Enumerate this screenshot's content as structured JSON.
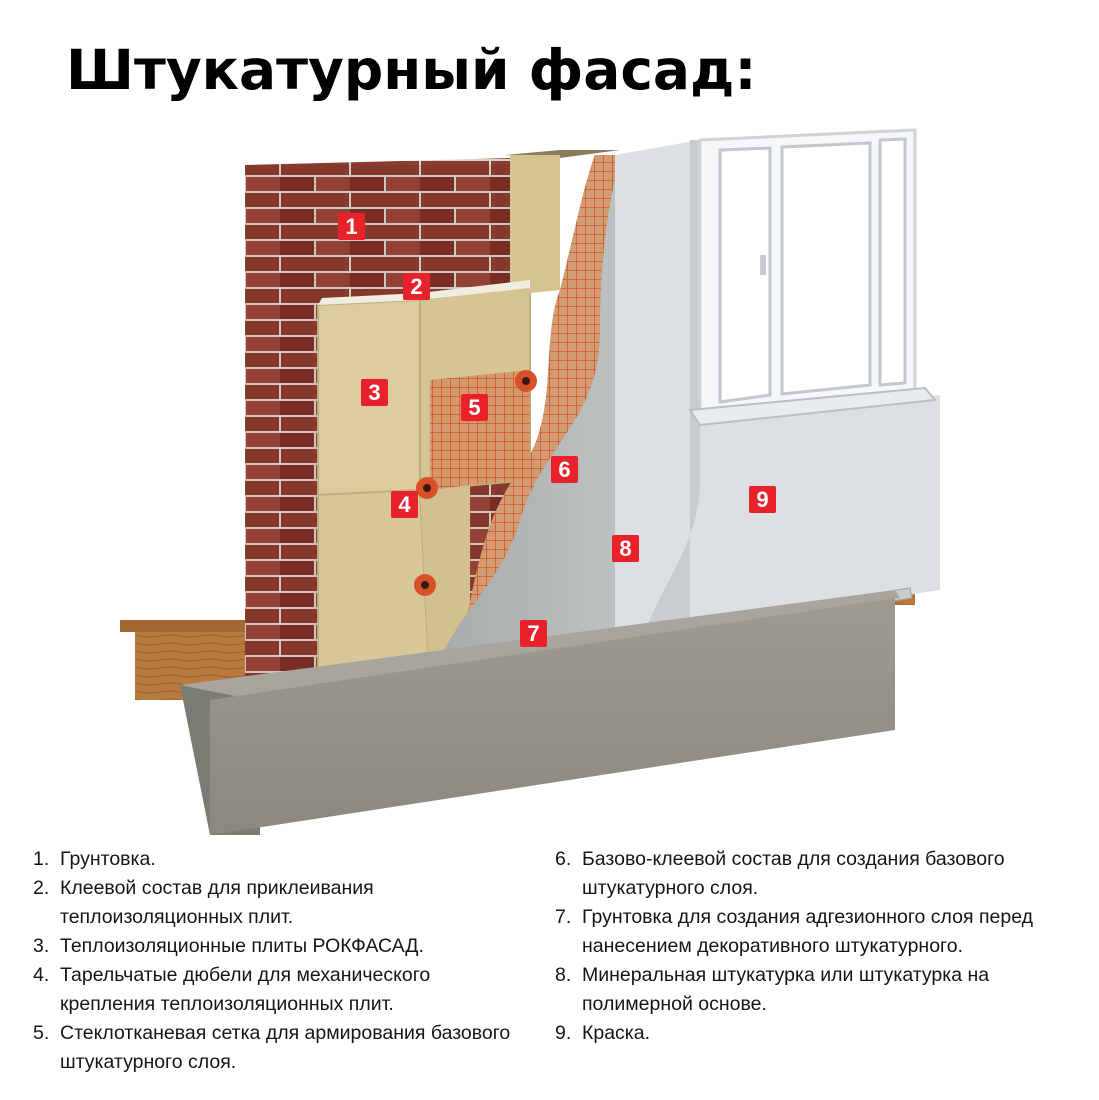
{
  "title": "Штукатурный фасад:",
  "markers": [
    "1",
    "2",
    "3",
    "4",
    "5",
    "6",
    "7",
    "8",
    "9"
  ],
  "legend": {
    "left": [
      {
        "num": "1.",
        "text": "Грунтовка."
      },
      {
        "num": "2.",
        "text": "Клеевой состав для приклеивания теплоизоляционных плит."
      },
      {
        "num": "3.",
        "text": "Теплоизоляционные плиты РОКФАСАД."
      },
      {
        "num": "4.",
        "text": "Тарельчатые дюбели для механического крепления теплоизоляционных плит."
      },
      {
        "num": "5.",
        "text": "Стеклотканевая сетка для армирования базового штукатурного слоя."
      }
    ],
    "right": [
      {
        "num": "6.",
        "text": "Базово-клеевой состав для создания базового штукатурного слоя."
      },
      {
        "num": "7.",
        "text": "Грунтовка для создания адгезионного слоя перед нанесением декоративного штукатурного."
      },
      {
        "num": "8.",
        "text": "Минеральная штукатурка или штукатурка на полимерной основе."
      },
      {
        "num": "9.",
        "text": "Краска."
      }
    ]
  },
  "colors": {
    "marker": "#e8212b",
    "brick": "#8e3b30",
    "insulation": "#d9c89a",
    "plaster": "#b8bcbd",
    "paint": "#dfe2e5",
    "concrete": "#8f8e86",
    "wood": "#b97a3e"
  }
}
